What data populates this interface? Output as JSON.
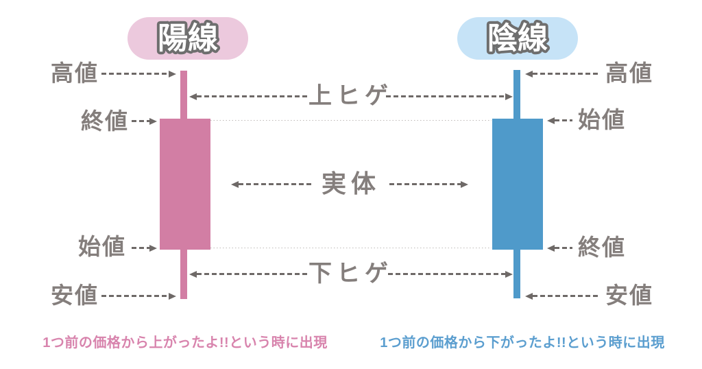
{
  "diagram": {
    "title_context": "candlestick-anatomy",
    "bullish": {
      "badge": "陽線",
      "labels": {
        "high": "高値",
        "close": "終値",
        "open": "始値",
        "low": "安値"
      },
      "caption": "1つ前の価格から上がったよ!!という時に出現",
      "candle_color": "#d27ea4",
      "badge_color": "#ecc9dd",
      "caption_color": "#d884ad"
    },
    "bearish": {
      "badge": "陰線",
      "labels": {
        "high": "高値",
        "open": "始値",
        "close": "終値",
        "low": "安値"
      },
      "caption": "1つ前の価格から下がったよ!!という時に出現",
      "candle_color": "#4f9aca",
      "badge_color": "#c6e3f7",
      "caption_color": "#5b9ecf"
    },
    "middle_labels": {
      "upper_wick": "上ヒゲ",
      "body": "実体",
      "lower_wick": "下ヒゲ"
    },
    "label_text_color": "#847e7c",
    "arrow_color": "#6e6967"
  }
}
